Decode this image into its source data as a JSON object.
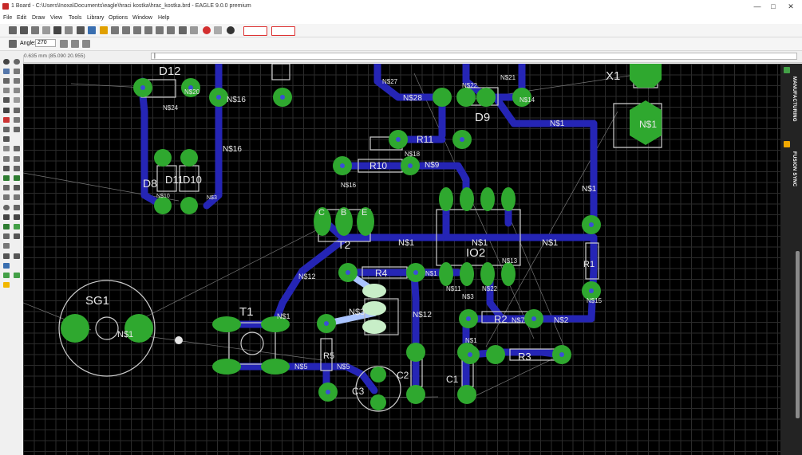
{
  "window": {
    "title": "1 Board - C:\\Users\\Inoxa\\Documents\\eagle\\hraci kostka\\hrac_kostka.brd - EAGLE 9.0.0 premium"
  },
  "menu": [
    "File",
    "Edit",
    "Draw",
    "View",
    "Tools",
    "Library",
    "Options",
    "Window",
    "Help"
  ],
  "toolbar": {
    "angle_label": "Angle:",
    "angle_value": "270"
  },
  "command": {
    "coordinate": "0.635 mm (85.090 20.955)",
    "input_value": "|"
  },
  "right_panel": {
    "tabs": [
      "MANUFACTURING",
      "FUSION SYNC"
    ]
  },
  "colors": {
    "pad": "#2fa82f",
    "trace": "#2525b5",
    "silk": "#cfcfcf",
    "grid": "#2b2b2b",
    "background": "#000000"
  },
  "board": {
    "labels": [
      "D12",
      "N$24",
      "N$20",
      "N$16",
      "N$16",
      "N$28",
      "N$27",
      "N$14",
      "N$22",
      "N$21",
      "D9",
      "N$1",
      "X1",
      "N$1",
      "R11",
      "N$18",
      "R10",
      "N$9",
      "N$16",
      "D8",
      "D11",
      "D10",
      "N$10",
      "N$3",
      "C",
      "B",
      "E",
      "T2",
      "N$1",
      "N$1",
      "N$1",
      "R1",
      "IO2",
      "N$1",
      "R4",
      "N$1",
      "N$13",
      "N$22",
      "N$3",
      "N$11",
      "N$12",
      "N$15",
      "R2",
      "N$7",
      "N$2",
      "T1",
      "SG1",
      "N$1",
      "N$5",
      "N$5",
      "R5",
      "N$3",
      "N$1",
      "N$12",
      "C2",
      "C1",
      "C3",
      "R3",
      "N$1"
    ]
  }
}
